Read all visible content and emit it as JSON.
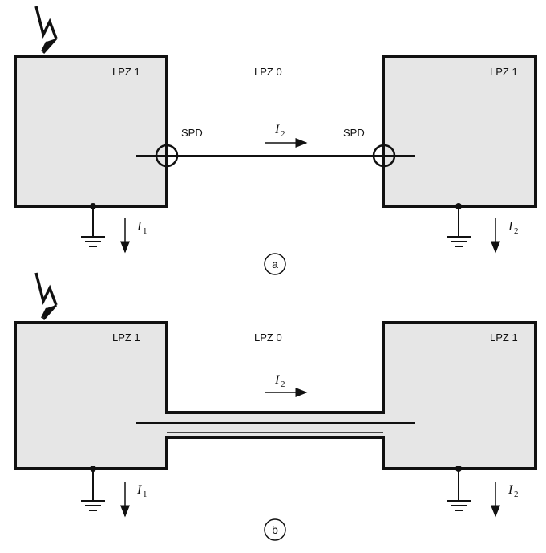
{
  "diagram_a": {
    "zone_outside": "LPZ 0",
    "zone_left": "LPZ 1",
    "zone_right": "LPZ 1",
    "spd_left": "SPD",
    "spd_right": "SPD",
    "line_current": {
      "symbol": "I",
      "sub": "2"
    },
    "left_current": {
      "symbol": "I",
      "sub": "1"
    },
    "right_current": {
      "symbol": "I",
      "sub": "2"
    },
    "panel_label": "a"
  },
  "diagram_b": {
    "zone_outside": "LPZ 0",
    "zone_left": "LPZ 1",
    "zone_right": "LPZ 1",
    "line_current": {
      "symbol": "I",
      "sub": "2"
    },
    "left_current": {
      "symbol": "I",
      "sub": "1"
    },
    "right_current": {
      "symbol": "I",
      "sub": "2"
    },
    "panel_label": "b"
  },
  "colors": {
    "building_fill": "#e6e6e6",
    "stroke": "#111111"
  }
}
